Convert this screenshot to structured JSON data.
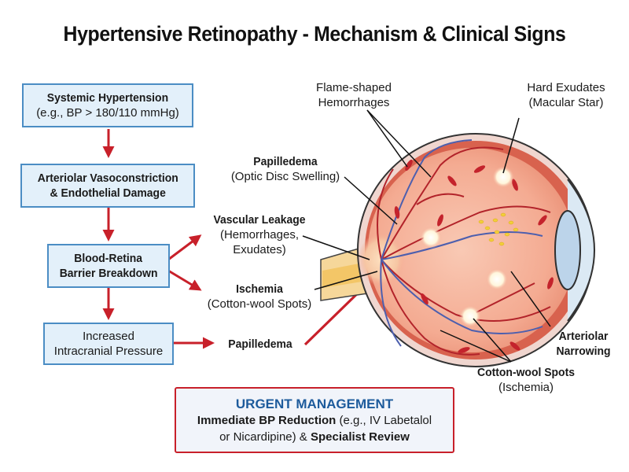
{
  "title": "Hypertensive Retinopathy - Mechanism & Clinical Signs",
  "flow": {
    "box1": {
      "line1": "Systemic Hypertension",
      "line2": "(e.g., BP > 180/110 mmHg)"
    },
    "box2": {
      "line1": "Arteriolar Vasoconstriction",
      "line2": "& Endothelial Damage"
    },
    "box3": {
      "line1": "Blood-Retina",
      "line2": "Barrier Breakdown"
    },
    "box4": {
      "line1": "Increased",
      "line2": "Intracranial Pressure"
    }
  },
  "outcomes": {
    "leakage": {
      "title": "Vascular Leakage",
      "line2": "(Hemorrhages,",
      "line3": "Exudates)"
    },
    "ischemia": {
      "title": "Ischemia",
      "line2": "(Cotton-wool Spots)"
    },
    "papilledema": {
      "title": "Papilledema"
    }
  },
  "eye_labels": {
    "flame": {
      "line1": "Flame-shaped",
      "line2": "Hemorrhages"
    },
    "hard": {
      "line1": "Hard Exudates",
      "line2": "(Macular Star)"
    },
    "papilledema": {
      "title": "Papilledema",
      "line2": "(Optic Disc Swelling)"
    },
    "arteriolar": {
      "line1": "Arteriolar",
      "line2": "Narrowing"
    },
    "cotton": {
      "title": "Cotton-wool Spots",
      "line2": "(Ischemia)"
    }
  },
  "management": {
    "heading": "URGENT MANAGEMENT",
    "line1_bold": "Immediate BP Reduction",
    "line1_rest": " (e.g., IV Labetalol",
    "line2_start": "or Nicardipine) & ",
    "line2_bold": "Specialist Review"
  },
  "colors": {
    "box_fill": "#e3f0fa",
    "box_border": "#4b8dc4",
    "arrow": "#c8202a",
    "heading_blue": "#1d5b9c",
    "retina": "#f6b7a0",
    "vessel_artery": "#b2232a",
    "vessel_vein": "#4d5fae"
  }
}
